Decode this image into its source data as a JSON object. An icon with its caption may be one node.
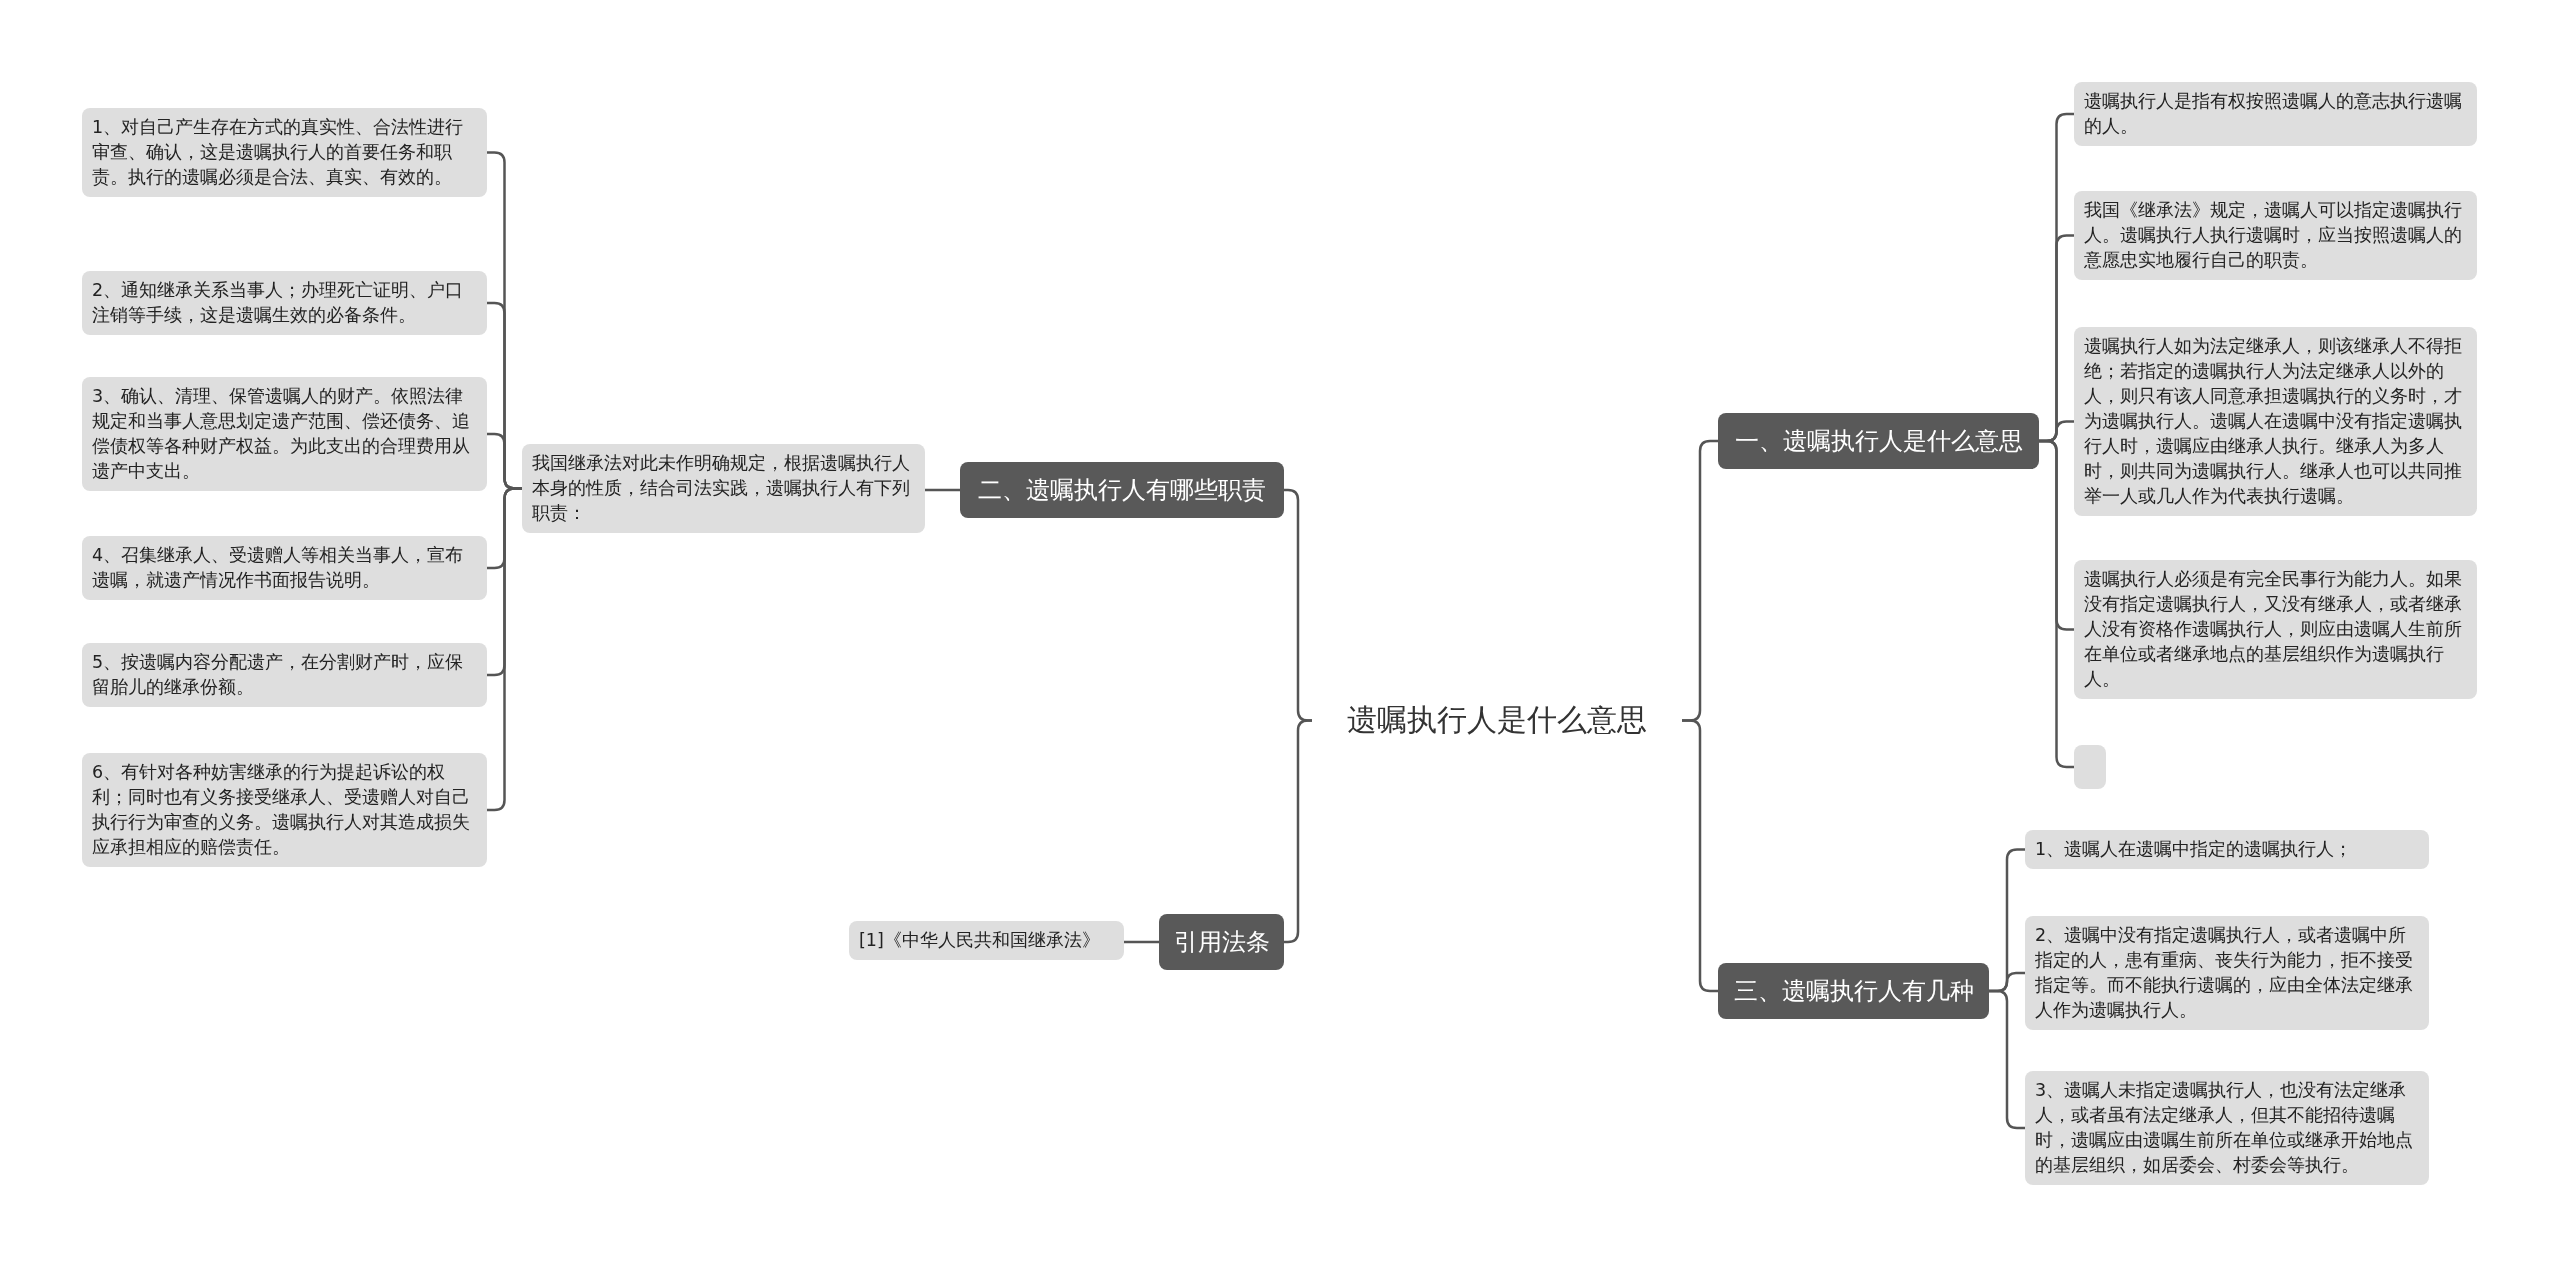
{
  "diagram": {
    "nodes": [
      {
        "text": [
          "遗嘱执行人是什么意思"
        ]
      },
      {
        "text": [
          "二、遗嘱执行人有哪些职责"
        ]
      },
      {
        "text": [
          "我国继承法对此未作明确规定，根据遗嘱执行人本身的性质，结合司法实践，遗嘱执行人有下列职责："
        ]
      },
      {
        "text": [
          "1、对自己产生存在方式的真实性、合法性进行审查、确认，这是遗嘱执行人的首要任务和职责。执行的遗嘱必须是合法、真实、有效的。"
        ]
      },
      {
        "text": [
          "2、通知继承关系当事人；办理死亡证明、户口注销等手续，这是遗嘱生效的必备条件。"
        ]
      },
      {
        "text": [
          "3、确认、清理、保管遗嘱人的财产。依照法律规定和当事人意思划定遗产范围、偿还债务、追偿债权等各种财产权益。为此支出的合理费用从遗产中支出。"
        ]
      },
      {
        "text": [
          "4、召集继承人、受遗赠人等相关当事人，宣布遗嘱，就遗产情况作书面报告说明。"
        ]
      },
      {
        "text": [
          "5、按遗嘱内容分配遗产，在分割财产时，应保留胎儿的继承份额。"
        ]
      },
      {
        "text": [
          "6、有针对各种妨害继承的行为提起诉讼的权利；同时也有义务接受继承人、受遗赠人对自己执行行为审查的义务。遗嘱执行人对其造成损失应承担相应的赔偿责任。"
        ]
      },
      {
        "text": [
          "引用法条"
        ]
      },
      {
        "text": [
          "[1]《中华人民共和国继承法》"
        ]
      },
      {
        "text": [
          "一、遗嘱执行人是什么意思"
        ]
      },
      {
        "text": [
          "遗嘱执行人是指有权按照遗嘱人的意志执行遗嘱的人。"
        ]
      },
      {
        "text": [
          "我国《继承法》规定，遗嘱人可以指定遗嘱执行人。遗嘱执行人执行遗嘱时，应当按照遗嘱人的意愿忠实地履行自己的职责。"
        ]
      },
      {
        "text": [
          "遗嘱执行人如为法定继承人，则该继承人不得拒绝；若指定的遗嘱执行人为法定继承人以外的人，则只有该人同意承担遗嘱执行的义务时，才为遗嘱执行人。遗嘱人在遗嘱中没有指定遗嘱执行人时，遗嘱应由继承人执行。继承人为多人时，则共同为遗嘱执行人。继承人也可以共同推举一人或几人作为代表执行遗嘱。"
        ]
      },
      {
        "text": [
          "遗嘱执行人必须是有完全民事行为能力人。如果没有指定遗嘱执行人，又没有继承人，或者继承人没有资格作遗嘱执行人，则应由遗嘱人生前所在单位或者继承地点的基层组织作为遗嘱执行人。"
        ]
      },
      {
        "text": [],
        "shape": "box"
      },
      {
        "text": [
          "三、遗嘱执行人有几种"
        ]
      },
      {
        "text": [
          "1、遗嘱人在遗嘱中指定的遗嘱执行人；"
        ]
      },
      {
        "text": [
          "2、遗嘱中没有指定遗嘱执行人，或者遗嘱中所指定的人，患有重病、丧失行为能力，拒不接受指定等。而不能执行遗嘱的，应由全体法定继承人作为遗嘱执行人。"
        ]
      },
      {
        "text": [
          "3、遗嘱人未指定遗嘱执行人，也没有法定继承人，或者虽有法定继承人，但其不能招待遗嘱时，遗嘱应由遗嘱生前所在单位或继承开始地点的基层组织，如居委会、村委会等执行。"
        ]
      }
    ],
    "edges": [
      {
        "from": 0,
        "to": 1,
        "arrow": "none"
      },
      {
        "from": 1,
        "to": 2,
        "arrow": "none"
      },
      {
        "from": 2,
        "to": 3,
        "arrow": "none"
      },
      {
        "from": 2,
        "to": 4,
        "arrow": "none"
      },
      {
        "from": 2,
        "to": 5,
        "arrow": "none"
      },
      {
        "from": 2,
        "to": 6,
        "arrow": "none"
      },
      {
        "from": 2,
        "to": 7,
        "arrow": "none"
      },
      {
        "from": 2,
        "to": 8,
        "arrow": "none"
      },
      {
        "from": 0,
        "to": 9,
        "arrow": "none"
      },
      {
        "from": 9,
        "to": 10,
        "arrow": "none"
      },
      {
        "from": 0,
        "to": 11,
        "arrow": "none"
      },
      {
        "from": 11,
        "to": 12,
        "arrow": "none"
      },
      {
        "from": 11,
        "to": 13,
        "arrow": "none"
      },
      {
        "from": 11,
        "to": 14,
        "arrow": "none"
      },
      {
        "from": 11,
        "to": 15,
        "arrow": "none"
      },
      {
        "from": 11,
        "to": 16,
        "arrow": "none"
      },
      {
        "from": 0,
        "to": 17,
        "arrow": "none"
      },
      {
        "from": 17,
        "to": 18,
        "arrow": "none"
      },
      {
        "from": 17,
        "to": 19,
        "arrow": "none"
      },
      {
        "from": 17,
        "to": 20,
        "arrow": "none"
      }
    ]
  }
}
